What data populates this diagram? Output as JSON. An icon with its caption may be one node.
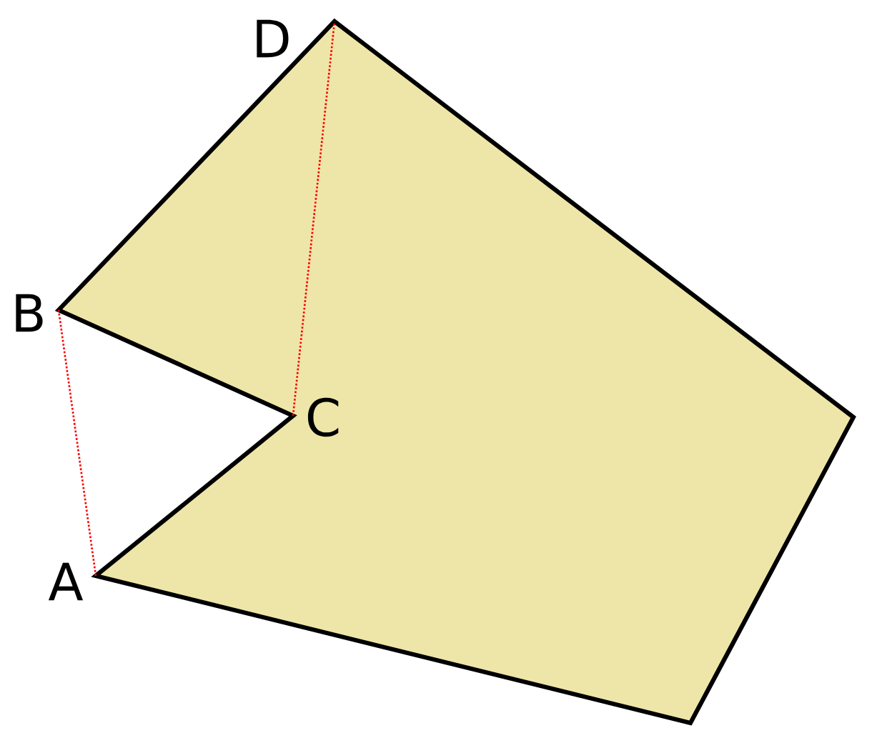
{
  "diagram": {
    "nodes": [
      {
        "text": [
          "A"
        ]
      },
      {
        "text": [
          "B"
        ]
      },
      {
        "text": [
          "C"
        ]
      },
      {
        "text": [
          "D"
        ]
      }
    ],
    "edges": [
      {
        "from": 0,
        "to": 1,
        "arrow": "none",
        "style": "dashed",
        "color": "#ff0000"
      },
      {
        "from": 2,
        "to": 3,
        "arrow": "none",
        "style": "dashed",
        "color": "#ff0000"
      }
    ]
  }
}
